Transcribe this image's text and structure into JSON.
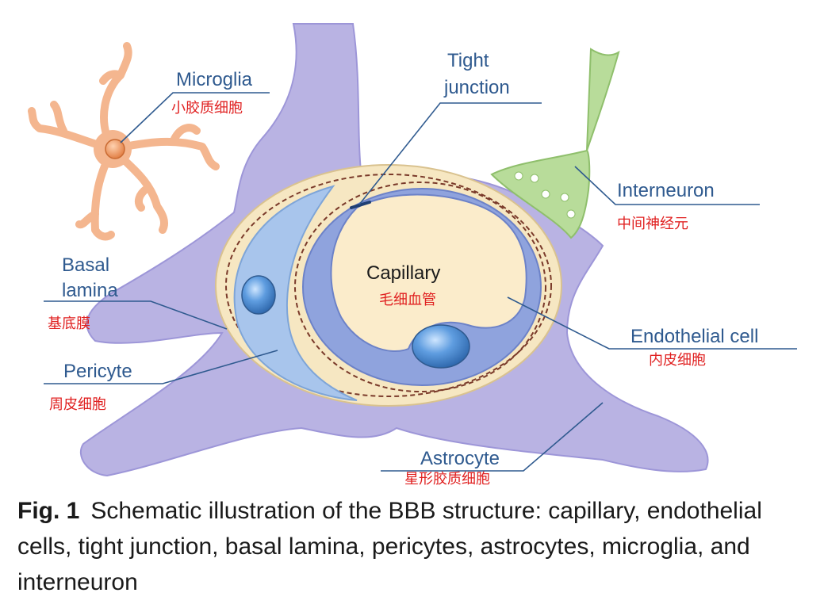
{
  "labels": {
    "microglia": {
      "en": "Microglia",
      "zh": "小胶质细胞"
    },
    "tight_junction": {
      "en_line1": "Tight",
      "en_line2": "junction"
    },
    "interneuron": {
      "en": "Interneuron",
      "zh": "中间神经元"
    },
    "basal_lamina": {
      "en_line1": "Basal",
      "en_line2": "lamina",
      "zh": "基底膜"
    },
    "capillary": {
      "en": "Capillary",
      "zh": "毛细血管"
    },
    "pericyte": {
      "en": "Pericyte",
      "zh": "周皮细胞"
    },
    "endothelial": {
      "en": "Endothelial cell",
      "zh": "内皮细胞"
    },
    "astrocyte": {
      "en": "Astrocyte",
      "zh": "星形胶质细胞"
    }
  },
  "caption": {
    "label": "Fig. 1",
    "text": "Schematic illustration of the BBB structure: capillary, endothelial cells, tight junction, basal lamina, pericytes, astrocytes, microglia, and interneuron"
  },
  "colors": {
    "label_en": "#2f5a8f",
    "label_zh": "#e02020",
    "leader": "#2f5a8f",
    "astrocyte": "#b9b3e3",
    "astrocyte_edge": "#9d96d8",
    "basal_lamina": "#f6e7c2",
    "dashed_ring": "#7a3a2a",
    "endothelium": "#8fa3dd",
    "capillary_lumen": "#fbeccb",
    "pericyte": "#a8c5ec",
    "nucleus": "#4a8ad0",
    "microglia": "#f4b68f",
    "microglia_nucleus": "#e98a52",
    "interneuron": "#b8dc9a"
  },
  "icons": {
    "microglia": "microglia-cell-icon",
    "interneuron": "interneuron-icon"
  }
}
